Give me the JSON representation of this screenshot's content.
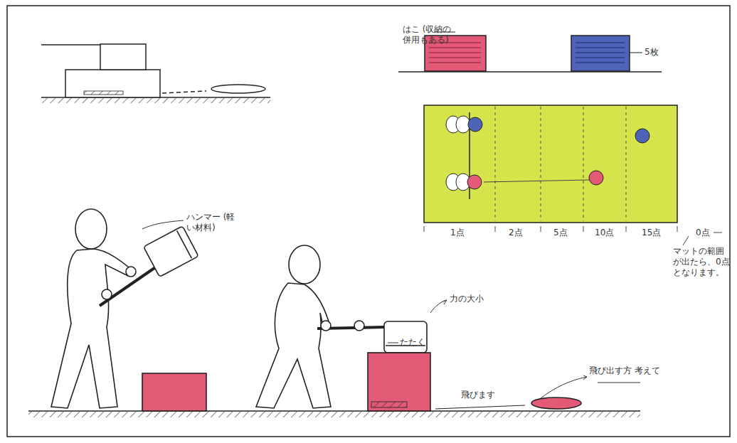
{
  "diagram": {
    "labels": [
      "はこ (収納の併用もある)",
      "5枚",
      "1点",
      "2点",
      "5点",
      "10点",
      "15点",
      "0点",
      "マットの範囲が出たら、0点となります。",
      "ハンマー (軽い材料)",
      "力の大小",
      "たたく",
      "飛びます",
      "飛び出す方 考えて"
    ]
  }
}
